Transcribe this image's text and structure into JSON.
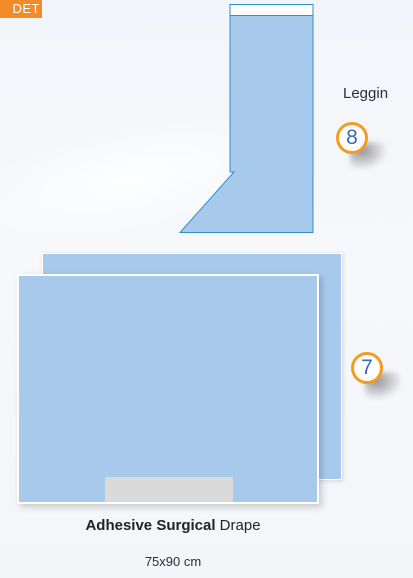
{
  "corner_tag": {
    "text": "DET"
  },
  "leggin": {
    "label": "Leggin",
    "badge_number": "8"
  },
  "drape": {
    "badge_number": "7",
    "title_strong": "Adhesive Surgical",
    "title_rest": " Drape",
    "size": "75x90 cm"
  },
  "colors": {
    "accent_orange": "#f59a23",
    "tag_orange": "#f28c28",
    "fabric_blue": "#a7c9ec",
    "outline_blue": "#2f8fc8",
    "number_blue": "#3c68b0",
    "adhesive_gray": "#dadada"
  },
  "icons": [
    "leggin-illustration",
    "drape-illustration",
    "adhesive-strip"
  ]
}
